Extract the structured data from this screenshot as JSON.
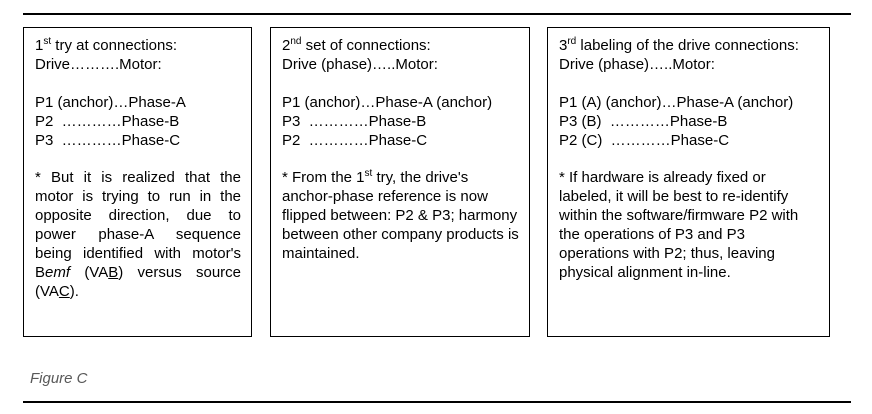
{
  "figure": {
    "caption": "Figure C",
    "boxes": [
      {
        "heading_num": "1",
        "heading_sup": "st",
        "heading_rest": " try at connections:",
        "subheading": "Drive……….Motor:",
        "rows": [
          "P1 (anchor)…Phase-A",
          "P2  …………Phase-B",
          "P3  …………Phase-C"
        ],
        "note": "* But it is realized that the motor is trying to run in the opposite direction, due to power phase-A sequence being identified with motor's Bemf (VAB) versus source (VAC)."
      },
      {
        "heading_num": "2",
        "heading_sup": "nd",
        "heading_rest": " set of connections:",
        "subheading": "Drive (phase)…..Motor:",
        "rows": [
          "P1 (anchor)…Phase-A (anchor)",
          "P3  …………Phase-B",
          "P2  …………Phase-C"
        ],
        "note_pre": "* From the 1",
        "note_sup": "st",
        "note_post": " try, the drive's anchor-phase reference is now flipped between: P2 & P3; harmony between other company products is maintained."
      },
      {
        "heading_num": "3",
        "heading_sup": "rd",
        "heading_rest": " labeling of the drive connections:",
        "subheading": "Drive (phase)…..Motor:",
        "rows": [
          "P1 (A) (anchor)…Phase-A (anchor)",
          "P3 (B)  …………Phase-B",
          "P2 (C)  …………Phase-C"
        ],
        "note": "* If hardware is already fixed or labeled, it will be best to re-identify within the software/firmware P2 with the operations of P3 and P3 operations with P2; thus, leaving physical alignment in-line."
      }
    ]
  }
}
